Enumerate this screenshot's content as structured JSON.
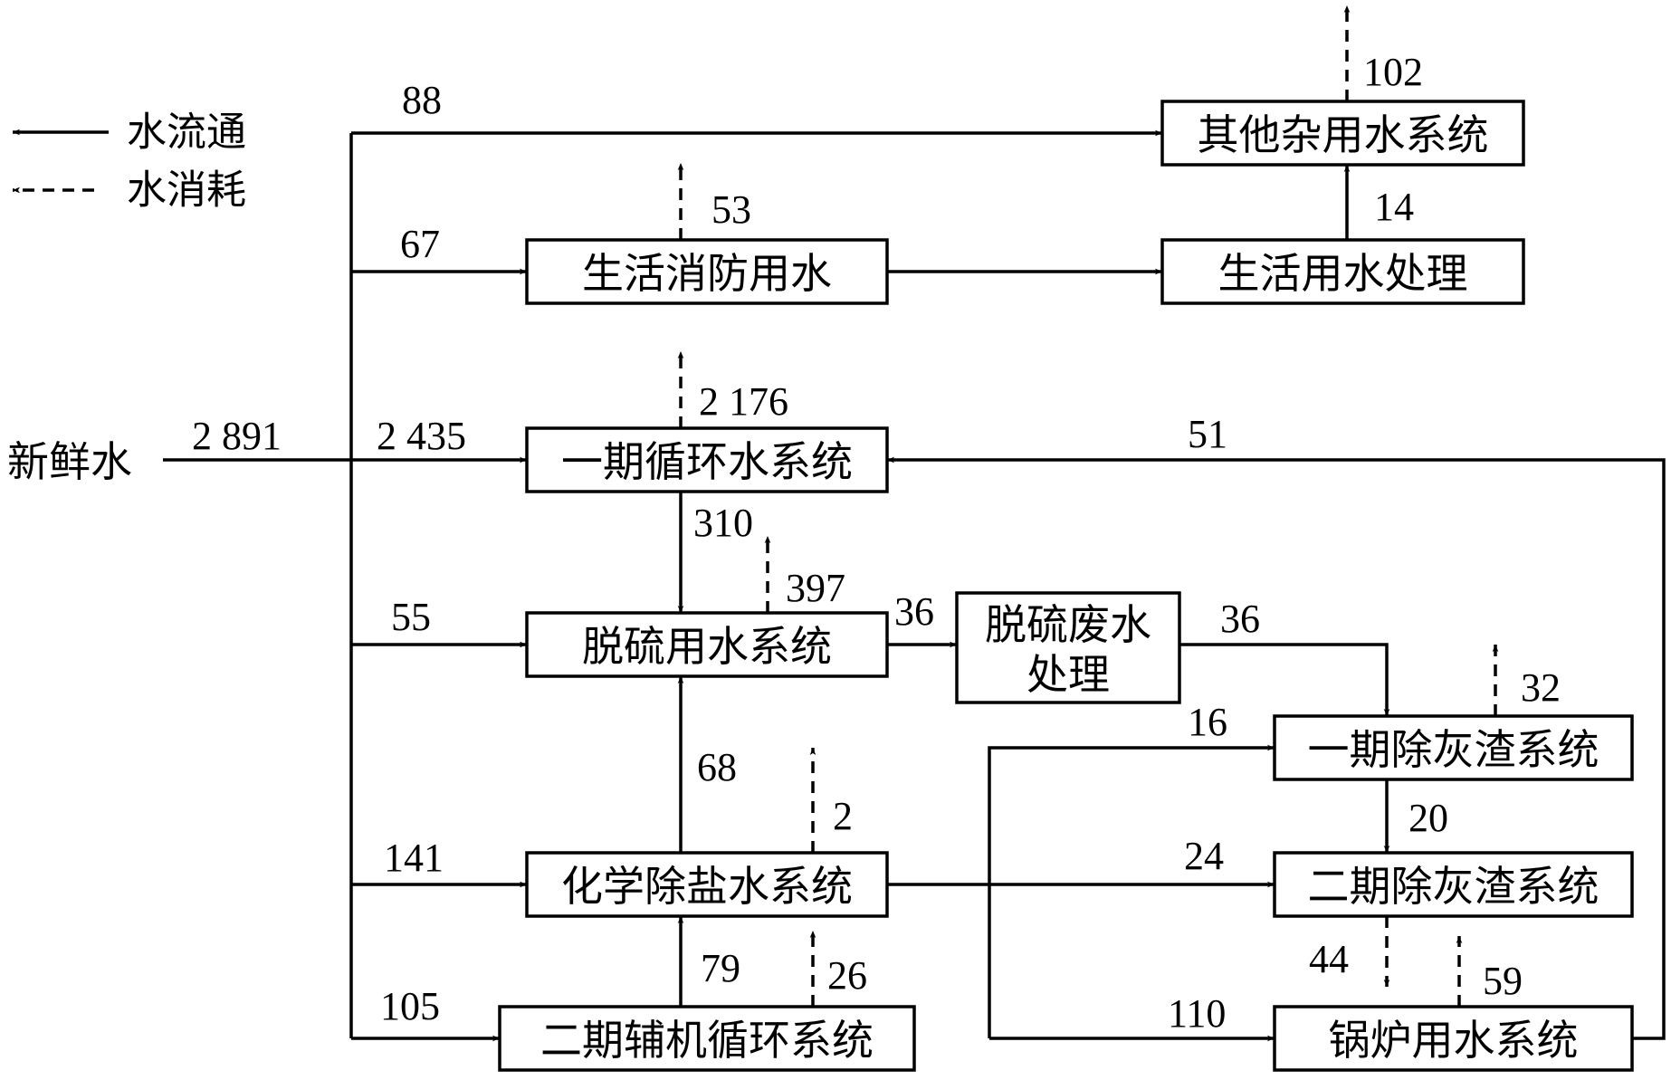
{
  "legend": {
    "flow": "水流通",
    "consumption": "水消耗"
  },
  "source": "新鲜水",
  "boxes": {
    "other_misc": "其他杂用水系统",
    "life_fire": "生活消防用水",
    "life_treat": "生活用水处理",
    "phase1_circ": "一期循环水系统",
    "desulf": "脱硫用水系统",
    "desulf_ww_l1": "脱硫废水",
    "desulf_ww_l2": "处理",
    "phase1_ash": "一期除灰渣系统",
    "phase2_ash": "二期除灰渣系统",
    "chem": "化学除盐水系统",
    "phase2_aux": "二期辅机循环系统",
    "boiler": "锅炉用水系统"
  },
  "flows": {
    "fresh_total": "2 891",
    "to_other": "88",
    "other_loss": "102",
    "to_life": "67",
    "life_loss": "53",
    "life_to_other": "14",
    "to_phase1": "2 435",
    "phase1_loss": "2 176",
    "boiler_to_phase1": "51",
    "phase1_to_desulf": "310",
    "desulf_loss": "397",
    "desulf_to_ww": "36",
    "ww_to_ash": "36",
    "ash1_loss": "32",
    "to_desulf": "55",
    "chem_to_desulf": "68",
    "chem_loss": "2",
    "chem_to_ash1": "16",
    "ash1_to_ash2": "20",
    "to_chem": "141",
    "chem_to_ash2": "24",
    "ash2_loss": "44",
    "boiler_loss": "59",
    "to_aux": "105",
    "aux_to_chem": "79",
    "aux_loss": "26",
    "chem_to_boiler": "110"
  }
}
